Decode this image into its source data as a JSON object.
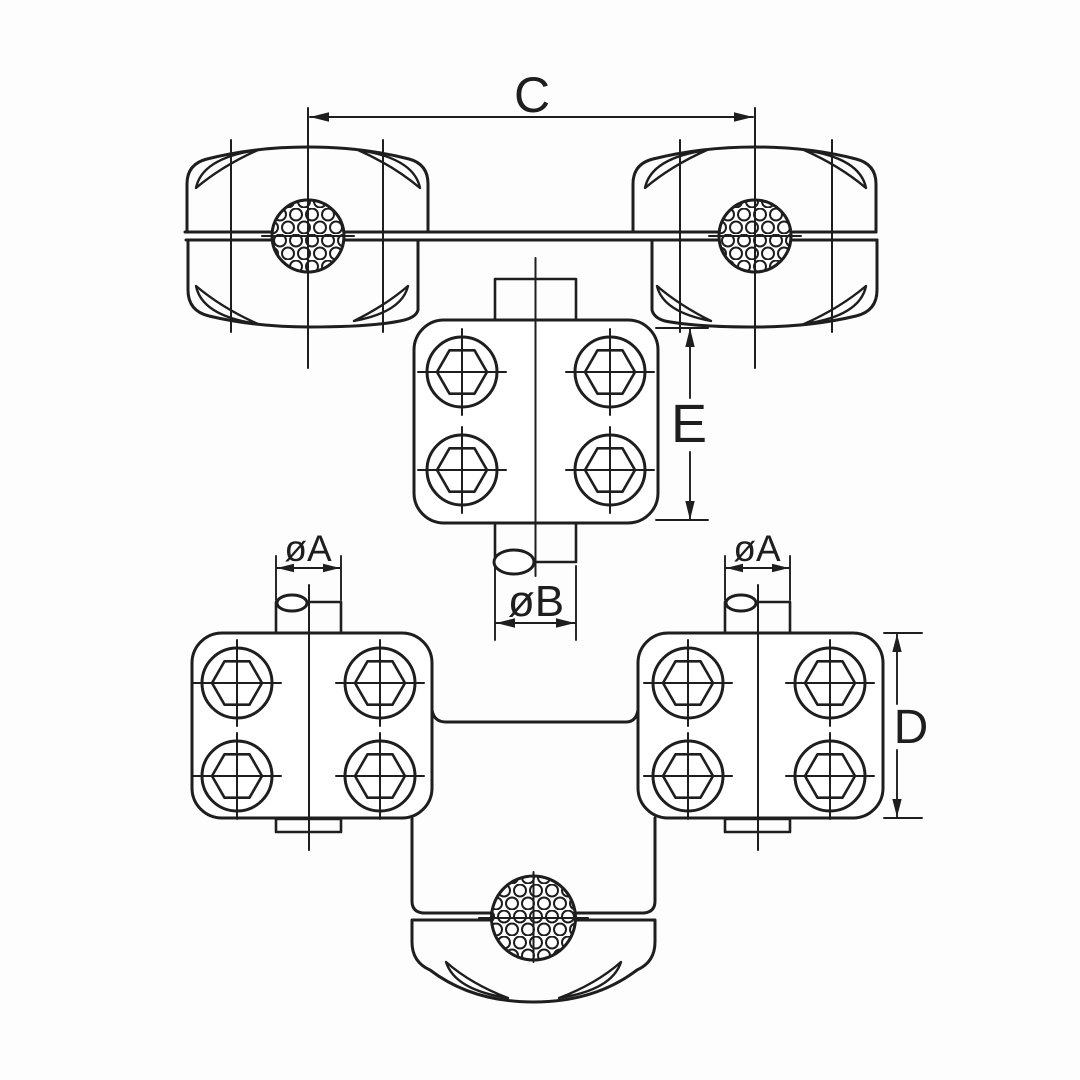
{
  "drawing": {
    "colors": {
      "background": "#fdfdfd",
      "line": "#1e1e1e",
      "paper": "#ffffff"
    },
    "labels": {
      "c": "C",
      "e": "E",
      "phi_b": "øB",
      "phi_a_left": "øA",
      "phi_a_right": "øA",
      "d": "D"
    }
  }
}
